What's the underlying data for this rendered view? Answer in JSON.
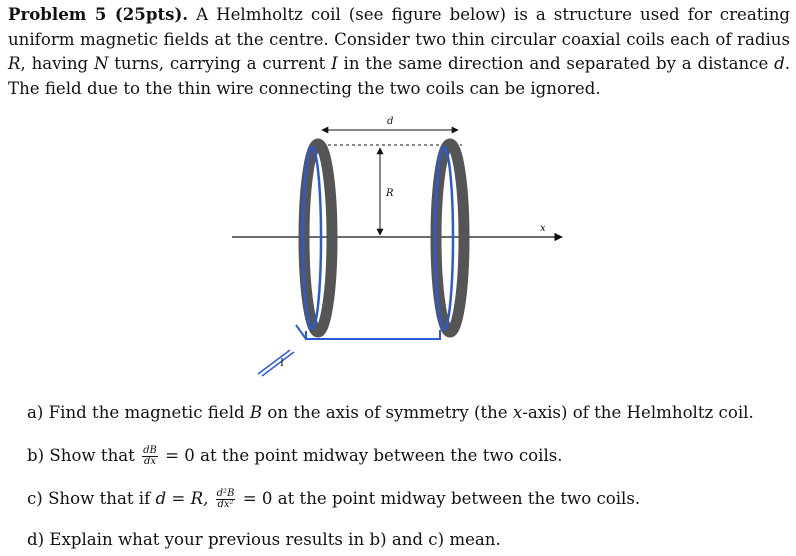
{
  "intro": {
    "heading": "Problem 5 (25pts).",
    "t1": " A Helmholtz coil (see figure below) is a structure used for creating uniform magnetic fields at the centre. Consider two thin circular coaxial coils each of radius ",
    "R": "R",
    "t2": ", having ",
    "N": "N",
    "t3": " turns, carrying a current ",
    "I": "I",
    "t4": " in the same direction and separated by a distance ",
    "d": "d",
    "t5": ". The field due to the thin wire connecting the two coils can be ignored."
  },
  "figure": {
    "label_d": "d",
    "label_R": "R",
    "label_x": "x",
    "label_I": "I",
    "colors": {
      "coil": "#555555",
      "wire": "#2a5bd7",
      "axis": "#111111"
    }
  },
  "questions": {
    "a": {
      "prefix": "a)",
      "t1": "Find the magnetic field ",
      "B": "B",
      "t2": " on the axis of symmetry (the ",
      "x": "x",
      "t3": "-axis) of the Helmholtz coil."
    },
    "b": {
      "prefix": "b)",
      "t1": "Show that ",
      "num": "dB",
      "den": "dx",
      "t2": " = 0 at the point midway between the two coils."
    },
    "c": {
      "prefix": "c)",
      "t1": "Show that if ",
      "cond": "d = R,",
      "num": "d²B",
      "den": "dx²",
      "t2": " = 0 at the point midway between the two coils."
    },
    "d": {
      "prefix": "d)",
      "t1": "Explain what your previous results in b) and c) mean."
    }
  }
}
